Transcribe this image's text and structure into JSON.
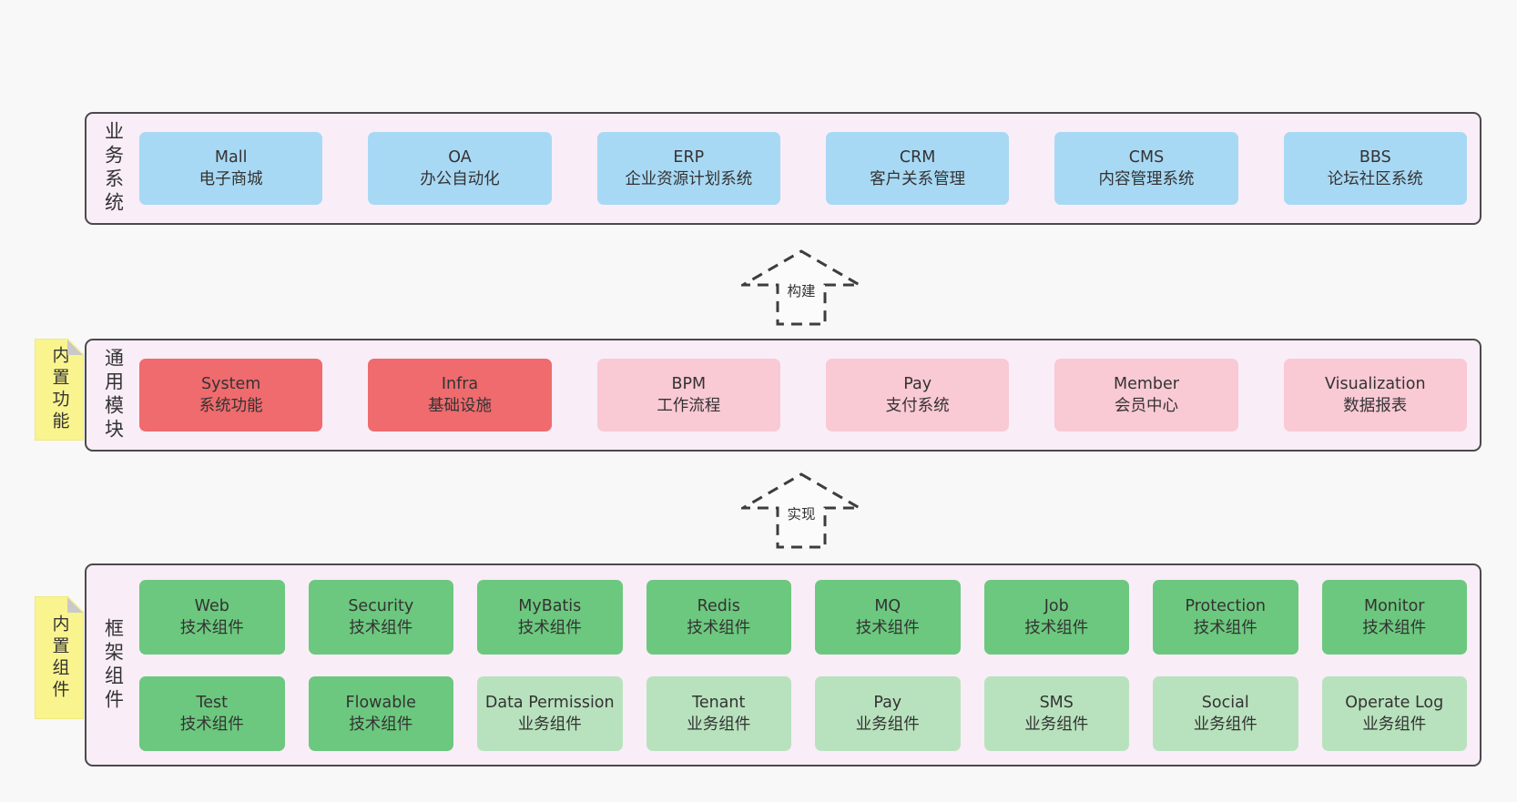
{
  "palette": {
    "background": "#f8f8f8",
    "container_fill": "#f9edf8",
    "container_border": "#4a4a4a",
    "blue": "#a8d9f4",
    "red": "#ef6b6d",
    "pink": "#f9c9d4",
    "green_dark": "#6cc87e",
    "green_light": "#b8e2bd",
    "sticky_yellow": "#faf48f",
    "text": "#333333"
  },
  "arrows": [
    {
      "label": "构建"
    },
    {
      "label": "实现"
    }
  ],
  "rows": [
    {
      "id": "business-systems",
      "label": "业务系统",
      "boxes": [
        {
          "title": "Mall",
          "subtitle": "电子商城",
          "type": "blue"
        },
        {
          "title": "OA",
          "subtitle": "办公自动化",
          "type": "blue"
        },
        {
          "title": "ERP",
          "subtitle": "企业资源计划系统",
          "type": "blue"
        },
        {
          "title": "CRM",
          "subtitle": "客户关系管理",
          "type": "blue"
        },
        {
          "title": "CMS",
          "subtitle": "内容管理系统",
          "type": "blue"
        },
        {
          "title": "BBS",
          "subtitle": "论坛社区系统",
          "type": "blue"
        }
      ]
    },
    {
      "id": "common-modules",
      "label": "通用模块",
      "sticky": "内置功能",
      "boxes": [
        {
          "title": "System",
          "subtitle": "系统功能",
          "type": "red"
        },
        {
          "title": "Infra",
          "subtitle": "基础设施",
          "type": "red"
        },
        {
          "title": "BPM",
          "subtitle": "工作流程",
          "type": "pink"
        },
        {
          "title": "Pay",
          "subtitle": "支付系统",
          "type": "pink"
        },
        {
          "title": "Member",
          "subtitle": "会员中心",
          "type": "pink"
        },
        {
          "title": "Visualization",
          "subtitle": "数据报表",
          "type": "pink"
        }
      ]
    },
    {
      "id": "framework-components",
      "label": "框架组件",
      "sticky": "内置组件",
      "grid_row1": [
        {
          "title": "Web",
          "subtitle": "技术组件",
          "type": "green_dark"
        },
        {
          "title": "Security",
          "subtitle": "技术组件",
          "type": "green_dark"
        },
        {
          "title": "MyBatis",
          "subtitle": "技术组件",
          "type": "green_dark"
        },
        {
          "title": "Redis",
          "subtitle": "技术组件",
          "type": "green_dark"
        },
        {
          "title": "MQ",
          "subtitle": "技术组件",
          "type": "green_dark"
        },
        {
          "title": "Job",
          "subtitle": "技术组件",
          "type": "green_dark"
        },
        {
          "title": "Protection",
          "subtitle": "技术组件",
          "type": "green_dark"
        },
        {
          "title": "Monitor",
          "subtitle": "技术组件",
          "type": "green_dark"
        }
      ],
      "grid_row2": [
        {
          "title": "Test",
          "subtitle": "技术组件",
          "type": "green_dark"
        },
        {
          "title": "Flowable",
          "subtitle": "技术组件",
          "type": "green_dark"
        },
        {
          "title": "Data Permission",
          "subtitle": "业务组件",
          "type": "green_light"
        },
        {
          "title": "Tenant",
          "subtitle": "业务组件",
          "type": "green_light"
        },
        {
          "title": "Pay",
          "subtitle": "业务组件",
          "type": "green_light"
        },
        {
          "title": "SMS",
          "subtitle": "业务组件",
          "type": "green_light"
        },
        {
          "title": "Social",
          "subtitle": "业务组件",
          "type": "green_light"
        },
        {
          "title": "Operate Log",
          "subtitle": "业务组件",
          "type": "green_light"
        }
      ]
    }
  ]
}
